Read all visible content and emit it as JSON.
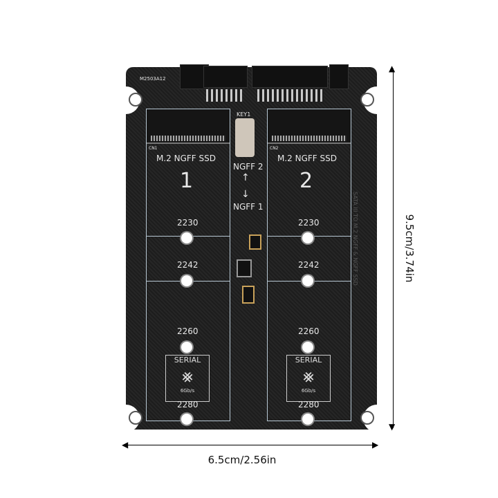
{
  "product": {
    "board_code": "M2503A12",
    "slot1": {
      "ref": "CN1",
      "title": "M.2  NGFF  SSD",
      "number": "1"
    },
    "slot2": {
      "ref": "CN2",
      "title": "M.2  NGFF  SSD",
      "number": "2"
    },
    "switch": {
      "ref": "KEY1",
      "upper": "NGFF 2",
      "lower": "NGFF 1"
    },
    "sizes": [
      "2230",
      "2242",
      "2260",
      "2280"
    ],
    "logo": {
      "text": "SERIAL",
      "speed": "6Gb/s"
    },
    "side_print": "SATA III TO M.2 NGFF & NGFF SSD"
  },
  "dimensions": {
    "width": "6.5cm/2.56in",
    "height": "9.5cm/3.74in"
  },
  "colors": {
    "board": "#222222",
    "silkscreen": "#e8e8e8",
    "outline": "#b8c8d4"
  }
}
